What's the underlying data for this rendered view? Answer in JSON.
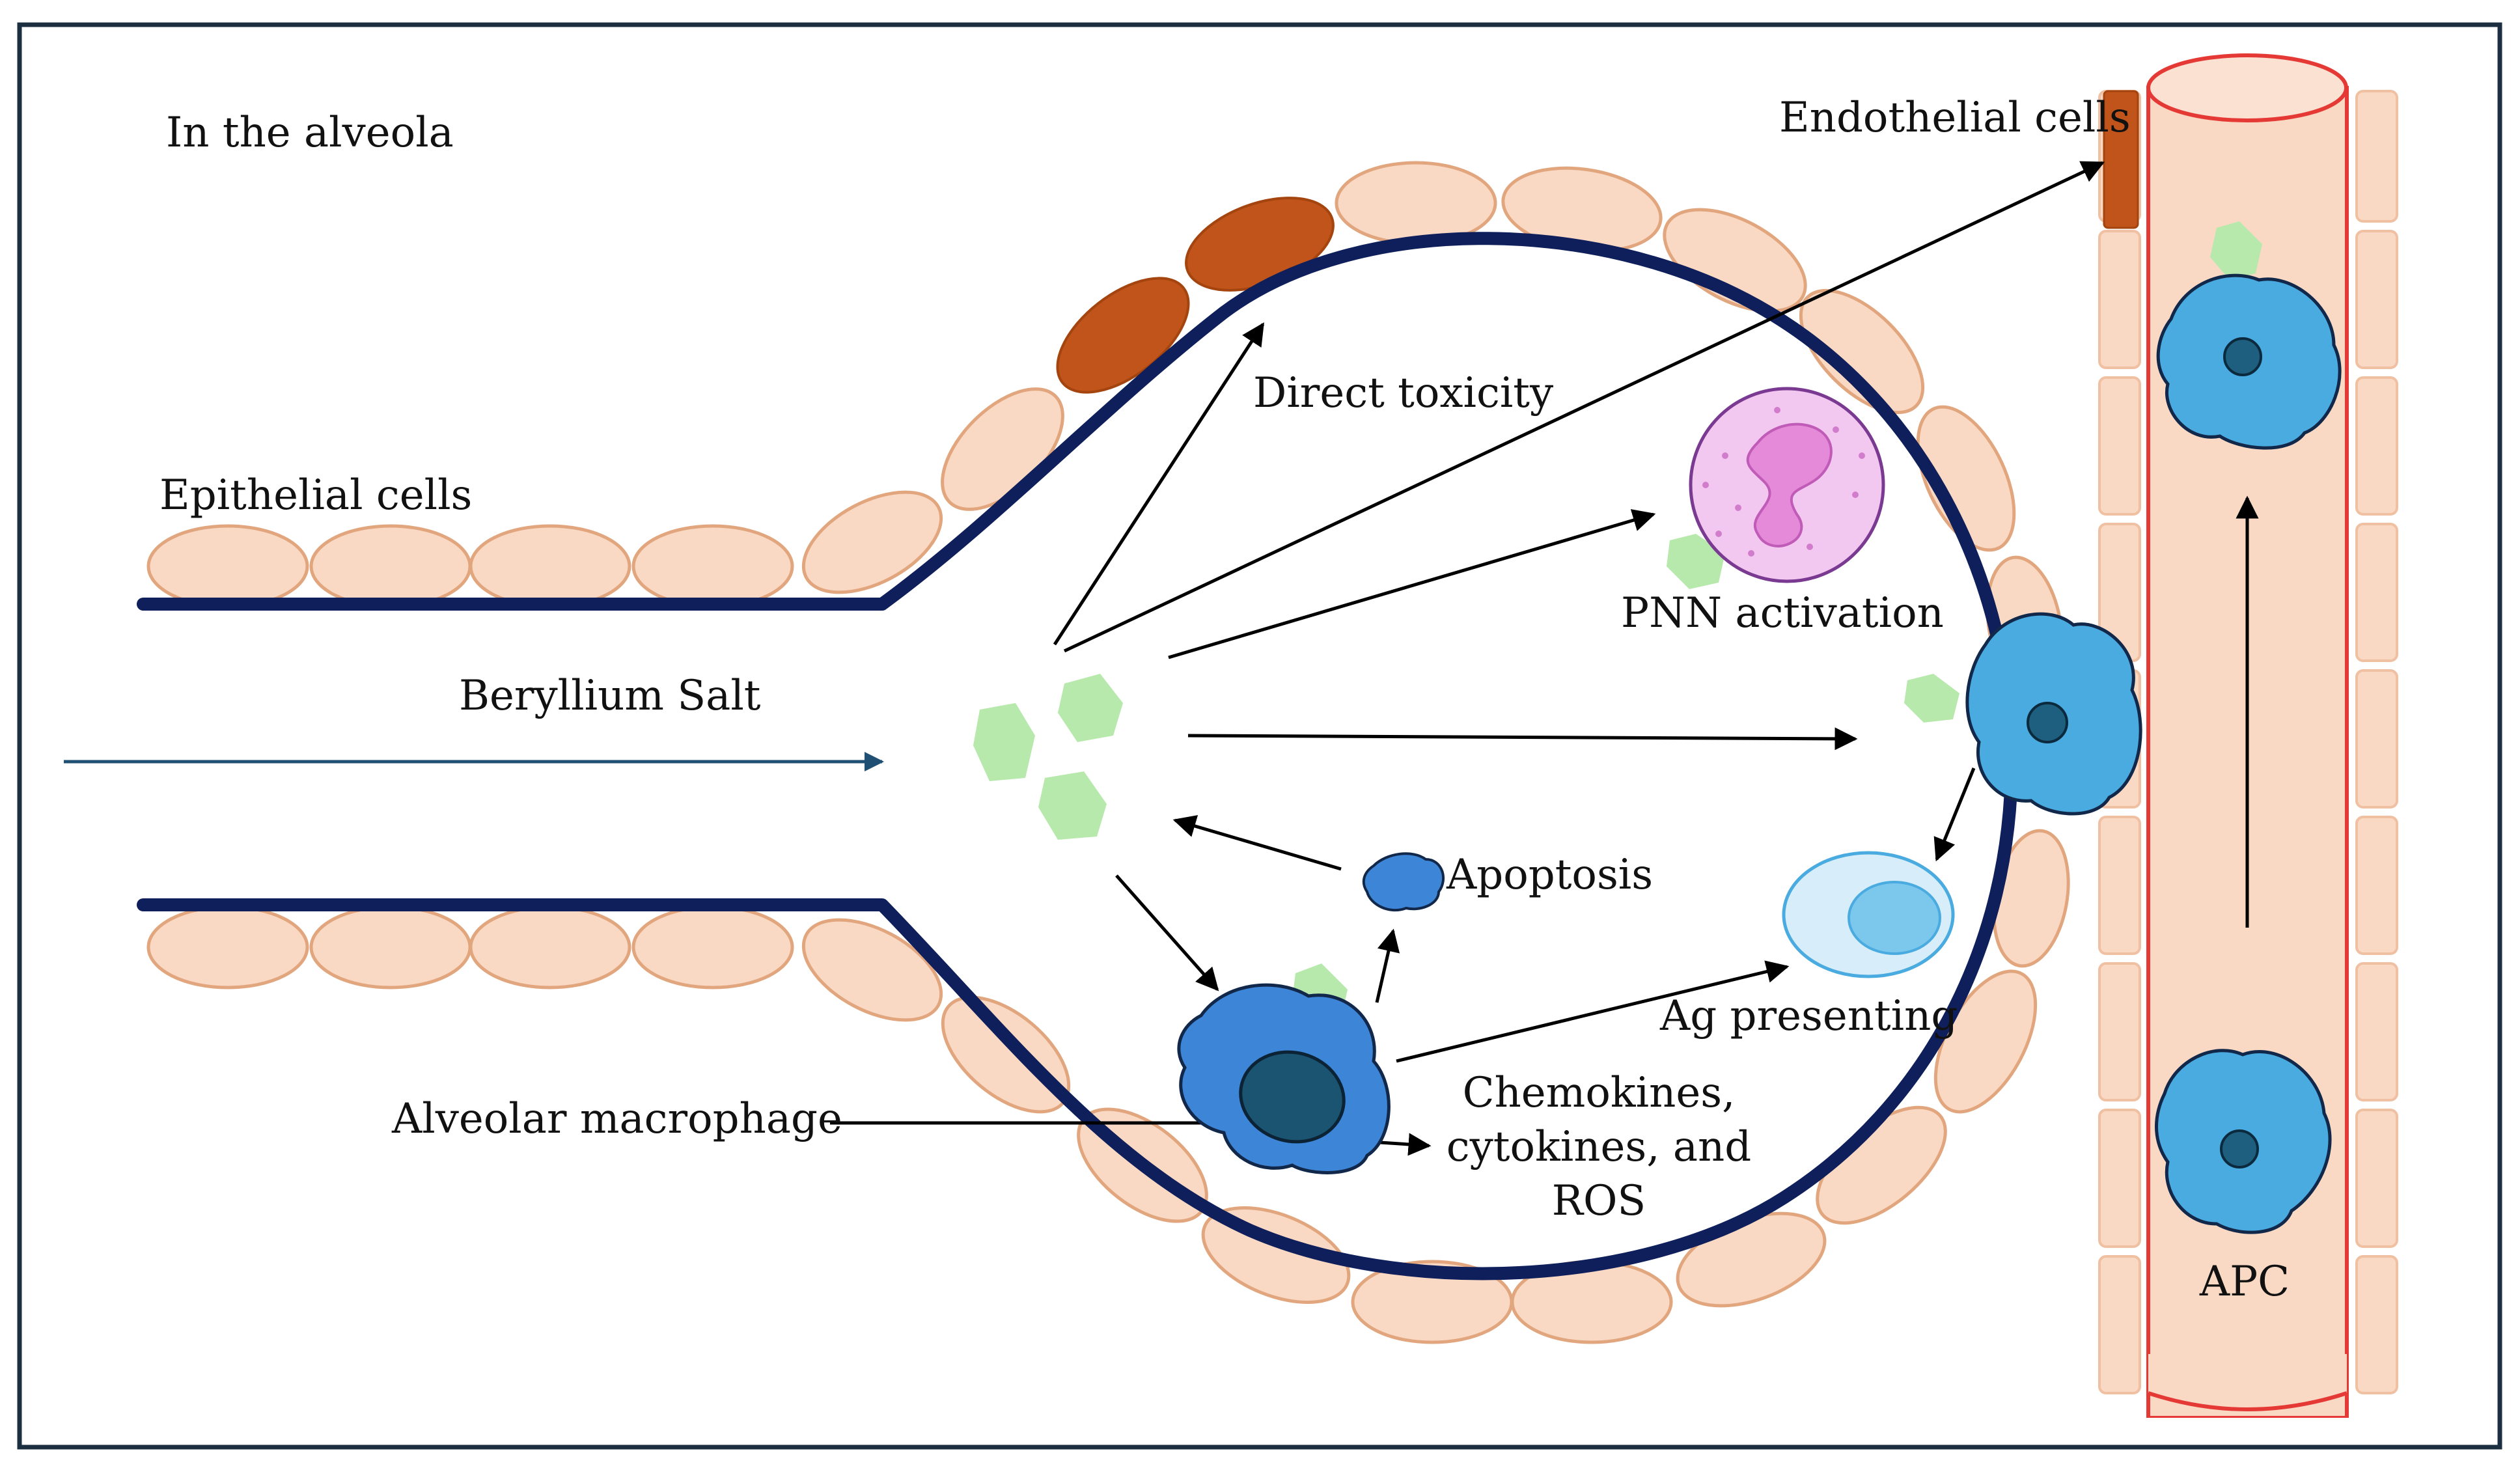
{
  "title": "In the alveola",
  "labels": {
    "epithelial": "Epithelial cells",
    "beryllium": "Beryllium Salt",
    "macrophage": "Alveolar macrophage",
    "direct_toxicity": "Direct toxicity",
    "endothelial": "Endothelial cells",
    "pnn": "PNN activation",
    "apoptosis": "Apoptosis",
    "ag_presenting": "Ag presenting",
    "chemokines_1": "Chemokines,",
    "chemokines_2": "cytokines, and",
    "chemokines_3": "ROS",
    "apc": "APC"
  },
  "colors": {
    "frame": "#1c2f40",
    "alveolar_wall": "#0e1f5b",
    "epithelial_cell": "#fad9c4",
    "dark_cell": "#c0541a",
    "beryllium_crystal": "#b7e9ac",
    "apc_cell": "#4aabe0",
    "macrophage": "#3d85d6",
    "neutrophil": "#f3c8f0",
    "neutrophil_nucleus": "#e48ad8",
    "vessel_border": "#e53935",
    "inflow_arrow": "#1f4f72"
  }
}
